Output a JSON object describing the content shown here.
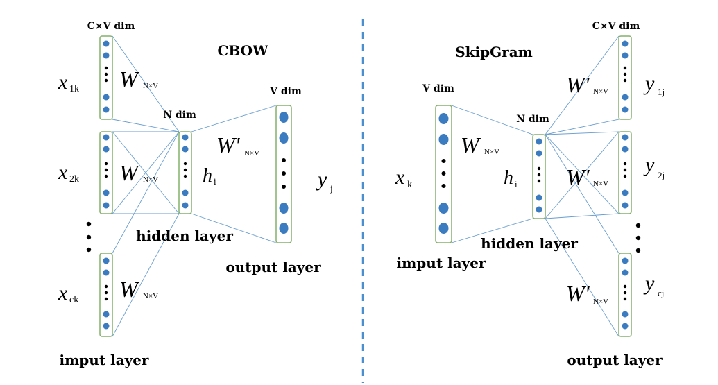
{
  "cbow": {
    "title": "CBOW",
    "cxv_dim": "C×V dim",
    "n_dim": "N dim",
    "v_dim": "V dim",
    "input_layer": "imput layer",
    "hidden_layer": "hidden layer",
    "output_layer": "output layer",
    "inputs": [
      {
        "var": "x",
        "sub": "1k",
        "w": "W",
        "w_sub": "N×V"
      },
      {
        "var": "x",
        "sub": "2k",
        "w": "W",
        "w_sub": "N×V"
      },
      {
        "var": "x",
        "sub": "ck",
        "w": "W",
        "w_sub": "N×V"
      }
    ],
    "hidden": {
      "var": "h",
      "sub": "i"
    },
    "out_weight": {
      "w": "W'",
      "w_sub": "N×V"
    },
    "output": {
      "var": "y",
      "sub": "j"
    }
  },
  "skipgram": {
    "title": "SkipGram",
    "cxv_dim": "C×V dim",
    "n_dim": "N dim",
    "v_dim": "V dim",
    "input_layer": "imput layer",
    "hidden_layer": "hidden layer",
    "output_layer": "output layer",
    "input": {
      "var": "x",
      "sub": "k"
    },
    "in_weight": {
      "w": "W",
      "w_sub": "N×V"
    },
    "hidden": {
      "var": "h",
      "sub": "i"
    },
    "outputs": [
      {
        "var": "y",
        "sub": "1j",
        "w": "W'",
        "w_sub": "N×V"
      },
      {
        "var": "y",
        "sub": "2j",
        "w": "W'",
        "w_sub": "N×V"
      },
      {
        "var": "y",
        "sub": "cj",
        "w": "W'",
        "w_sub": "N×V"
      }
    ]
  },
  "colors": {
    "box": "#84b06a",
    "neuron": "#3b7bbf",
    "line": "#6a9ed0",
    "divider": "#4a90d0"
  }
}
